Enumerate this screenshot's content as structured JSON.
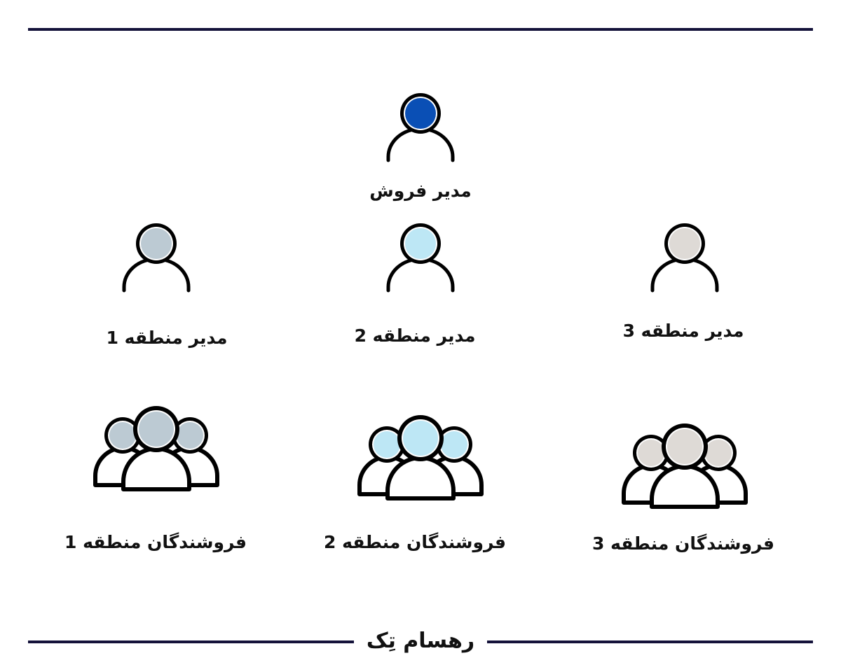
{
  "colors": {
    "rule": "#14123a",
    "outline": "#000000",
    "sales_manager_head": "#0a4fb5",
    "region1_head": "#bccad3",
    "region2_head": "#bde7f5",
    "region3_head": "#dedad6"
  },
  "sales_manager": {
    "label": "مدیر فروش",
    "icon": "person-icon"
  },
  "region_managers": [
    {
      "label": "مدیر منطقه 1",
      "icon": "person-icon"
    },
    {
      "label": "مدیر منطقه 2",
      "icon": "person-icon"
    },
    {
      "label": "مدیر منطقه 3",
      "icon": "person-icon"
    }
  ],
  "sales_teams": [
    {
      "label": "فروشندگان منطقه 1",
      "icon": "group-icon"
    },
    {
      "label": "فروشندگان منطقه 2",
      "icon": "group-icon"
    },
    {
      "label": "فروشندگان منطقه 3",
      "icon": "group-icon"
    }
  ],
  "footer": {
    "brand": "رهسام تِک"
  }
}
